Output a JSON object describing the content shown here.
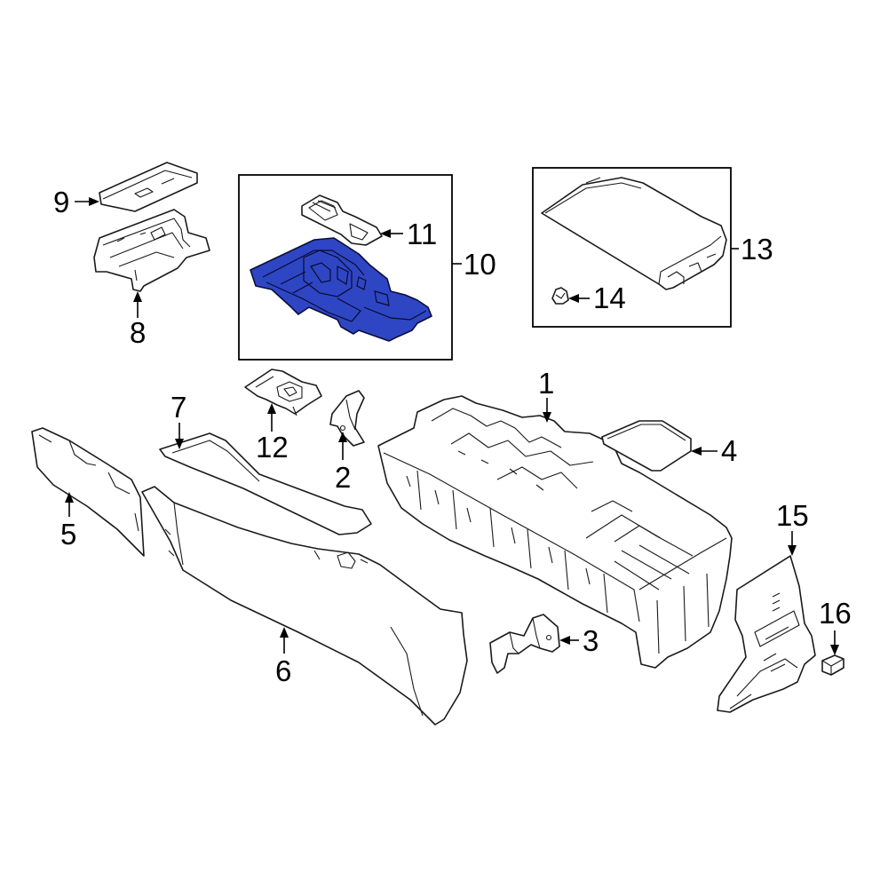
{
  "colors": {
    "highlight": "#2e46c4",
    "line": "#1a1a1a",
    "background": "#ffffff"
  },
  "callouts": {
    "c1": "1",
    "c2": "2",
    "c3": "3",
    "c4": "4",
    "c5": "5",
    "c6": "6",
    "c7": "7",
    "c8": "8",
    "c9": "9",
    "c10": "10",
    "c11": "11",
    "c12": "12",
    "c13": "13",
    "c14": "14",
    "c15": "15",
    "c16": "16"
  },
  "highlighted_part": "10"
}
